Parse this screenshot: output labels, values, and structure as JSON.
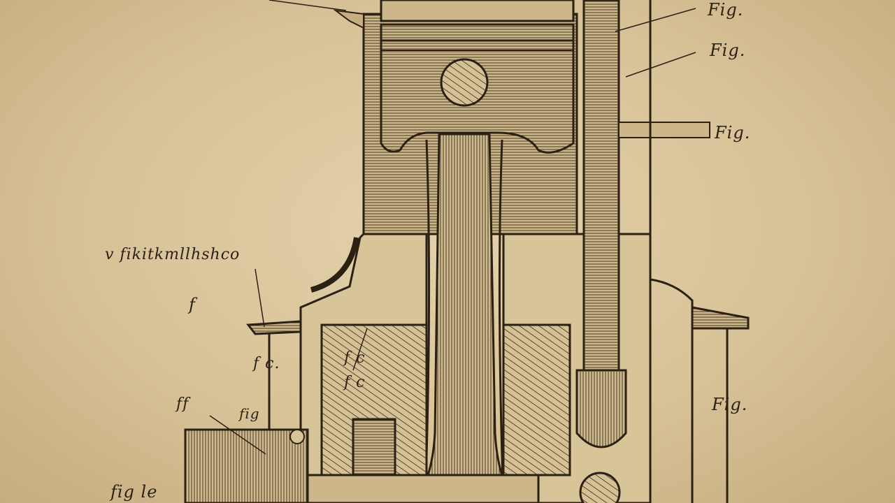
{
  "title_script": "v fikitkmllhshco",
  "labels": {
    "fig_top_right": "Fig.",
    "fig_upper": "Fig.",
    "fig_mid": "Fig.",
    "f_left": "f",
    "fc_left": "f c.",
    "ff_left": "ff",
    "fig_bottom_left": "fig le",
    "fig_small_left": "fig",
    "fc_center": "f c",
    "fc_center_low": "f c",
    "fig_right": "Fig."
  },
  "colors": {
    "paper": "#dcc79f",
    "ink": "#2b2113",
    "shade": "#b9a074"
  }
}
